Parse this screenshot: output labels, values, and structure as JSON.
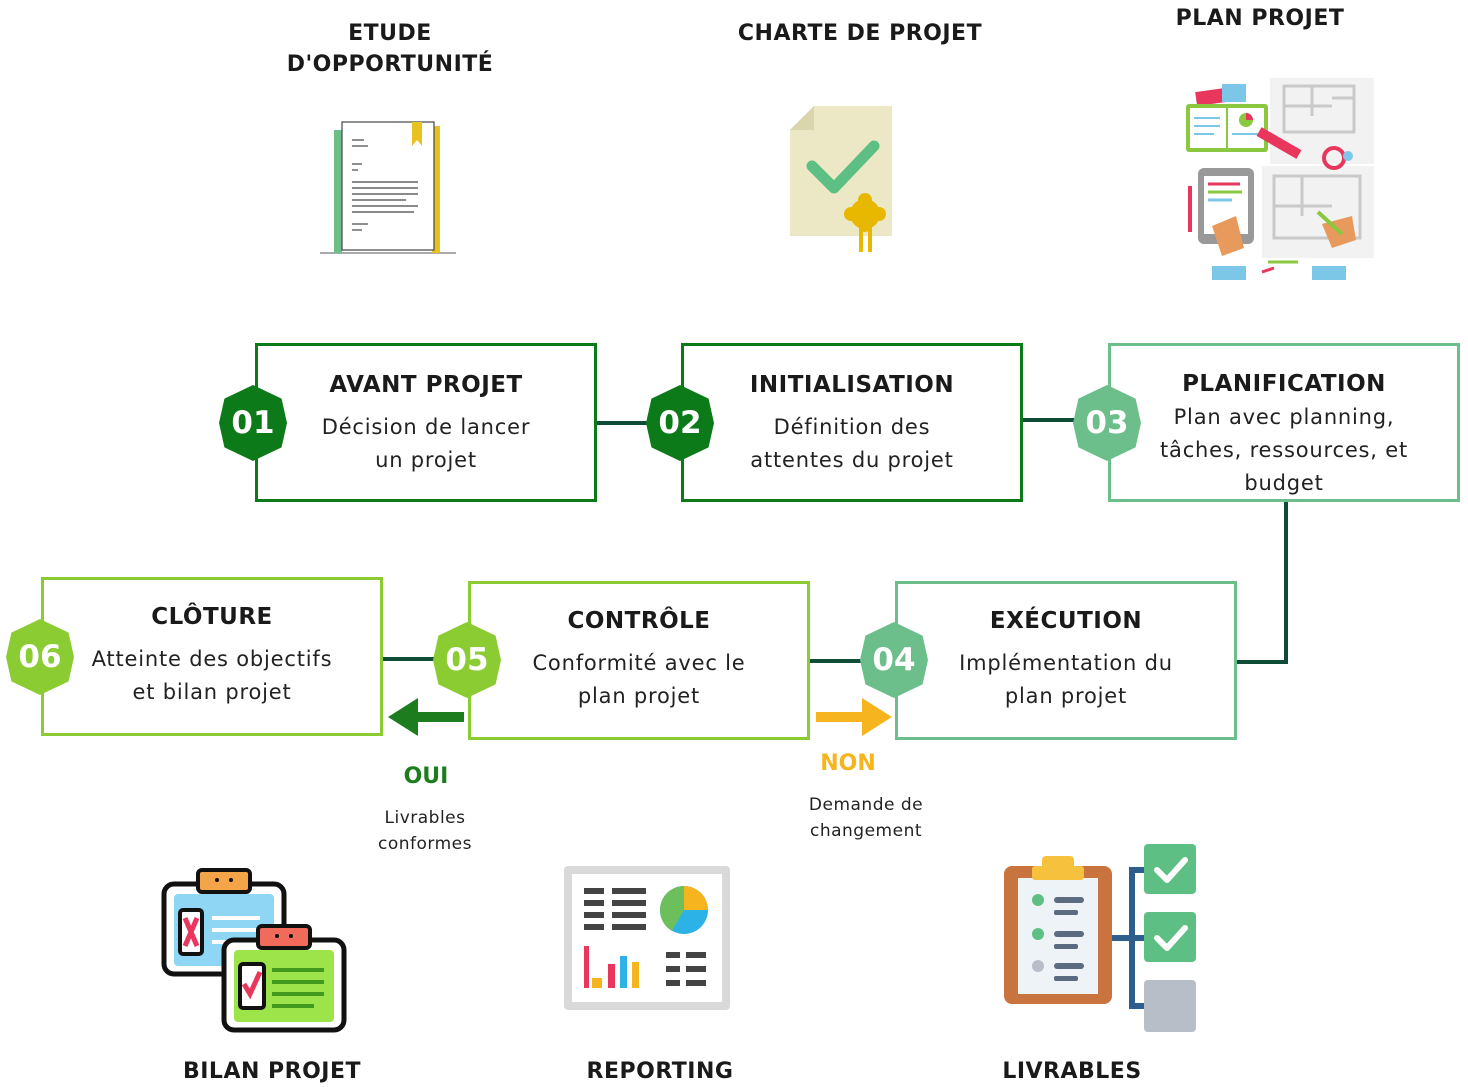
{
  "top_captions": {
    "etude_line1": "ETUDE",
    "etude_line2": "D'OPPORTUNITÉ",
    "charte": "CHARTE DE PROJET",
    "plan": "PLAN PROJET"
  },
  "bottom_captions": {
    "bilan": "BILAN PROJET",
    "reporting": "REPORTING",
    "livrables": "LIVRABLES"
  },
  "steps": [
    {
      "num": "01",
      "title": "AVANT PROJET",
      "desc1": "Décision de lancer",
      "desc2": "un projet"
    },
    {
      "num": "02",
      "title": "INITIALISATION",
      "desc1": "Définition des",
      "desc2": "attentes du projet"
    },
    {
      "num": "03",
      "title": "PLANIFICATION",
      "desc1": "Plan avec planning,",
      "desc2": "tâches, ressources, et",
      "desc3": "budget"
    },
    {
      "num": "04",
      "title": "EXÉCUTION",
      "desc1": "Implémentation du",
      "desc2": "plan projet"
    },
    {
      "num": "05",
      "title": "CONTRÔLE",
      "desc1": "Conformité avec le",
      "desc2": "plan projet"
    },
    {
      "num": "06",
      "title": "CLÔTURE",
      "desc1": "Atteinte des objectifs",
      "desc2": "et bilan projet"
    }
  ],
  "oui": {
    "label": "OUI",
    "sub1": "Livrables",
    "sub2": "conformes"
  },
  "non": {
    "label": "NON",
    "sub1": "Demande de",
    "sub2": "changement"
  },
  "colors": {
    "dark_green": "#0d7a1a",
    "mid_green": "#6cbf8b",
    "lime": "#8acc32",
    "connector": "#0f4c35",
    "orange_arrow": "#f6b41e",
    "green_arrow": "#1d7d1e"
  },
  "icons": {
    "etude": "document-book-icon",
    "charte": "certificate-check-icon",
    "plan": "planning-desk-icon",
    "bilan": "checklist-clipboards-icon",
    "reporting": "dashboard-report-icon",
    "livrables": "deliverables-checklist-icon"
  }
}
